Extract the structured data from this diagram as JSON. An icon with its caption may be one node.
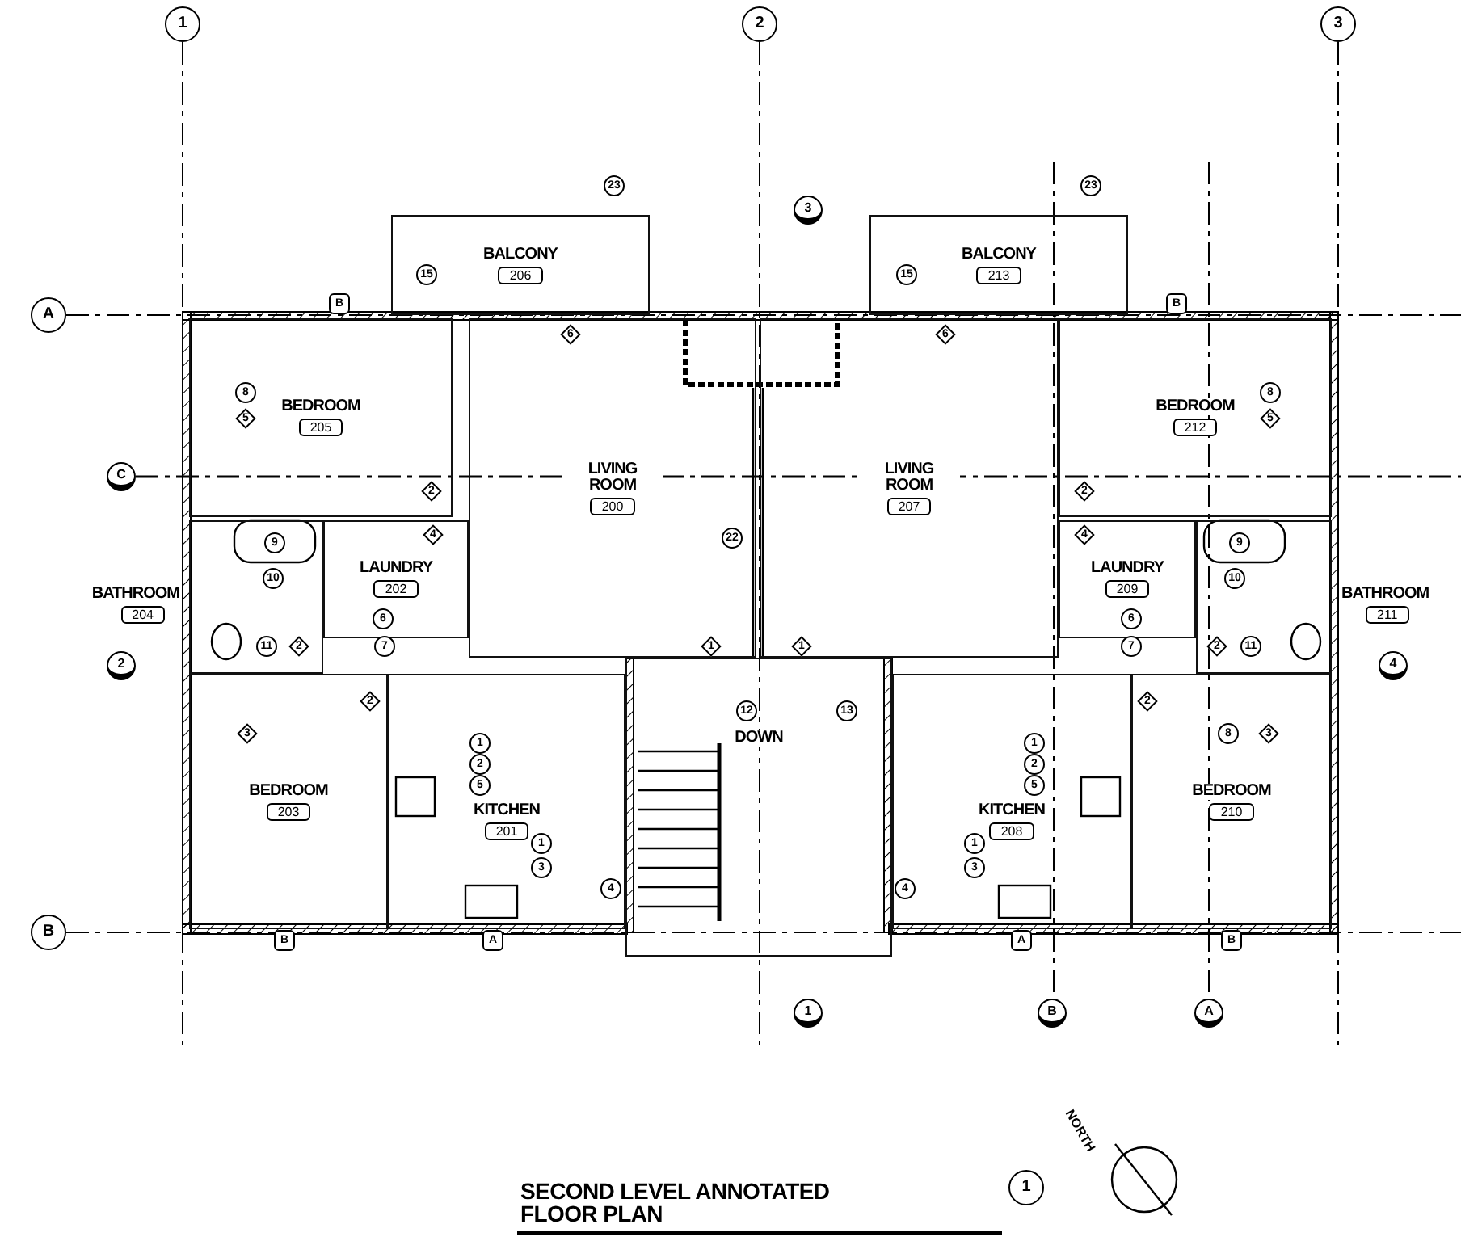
{
  "diagram": {
    "title": "SECOND LEVEL ANNOTATED FLOOR PLAN",
    "nodes": [
      {
        "text": [
          "BALCONY",
          "206"
        ]
      },
      {
        "text": [
          "BALCONY",
          "213"
        ]
      },
      {
        "text": [
          "BEDROOM",
          "205"
        ]
      },
      {
        "text": [
          "LIVING ROOM",
          "200"
        ]
      },
      {
        "text": [
          "LIVING ROOM",
          "207"
        ]
      },
      {
        "text": [
          "BEDROOM",
          "212"
        ]
      },
      {
        "text": [
          "LAUNDRY",
          "202"
        ]
      },
      {
        "text": [
          "LAUNDRY",
          "209"
        ]
      },
      {
        "text": [
          "BATHROOM",
          "204"
        ]
      },
      {
        "text": [
          "BATHROOM",
          "211"
        ]
      },
      {
        "text": [
          "BEDROOM",
          "203"
        ]
      },
      {
        "text": [
          "KITCHEN",
          "201"
        ]
      },
      {
        "text": [
          "DOWN"
        ]
      },
      {
        "text": [
          "KITCHEN",
          "208"
        ]
      },
      {
        "text": [
          "BEDROOM",
          "210"
        ]
      }
    ],
    "labels": [
      "1",
      "2",
      "3",
      "A",
      "B",
      "23",
      "23",
      "3",
      "15",
      "15",
      "B",
      "B",
      "6",
      "6",
      "8",
      "5",
      "8",
      "5",
      "C",
      "2",
      "2",
      "4",
      "4",
      "22",
      "9",
      "9",
      "10",
      "10",
      "6",
      "6",
      "11",
      "2",
      "7",
      "1",
      "1",
      "7",
      "2",
      "11",
      "2",
      "4",
      "2",
      "2",
      "3",
      "8",
      "3",
      "12",
      "13",
      "1",
      "2",
      "5",
      "1",
      "2",
      "5",
      "1",
      "3",
      "1",
      "3",
      "4",
      "4",
      "B",
      "A",
      "A",
      "B",
      "1",
      "B",
      "A",
      "1",
      "NORTH"
    ]
  }
}
